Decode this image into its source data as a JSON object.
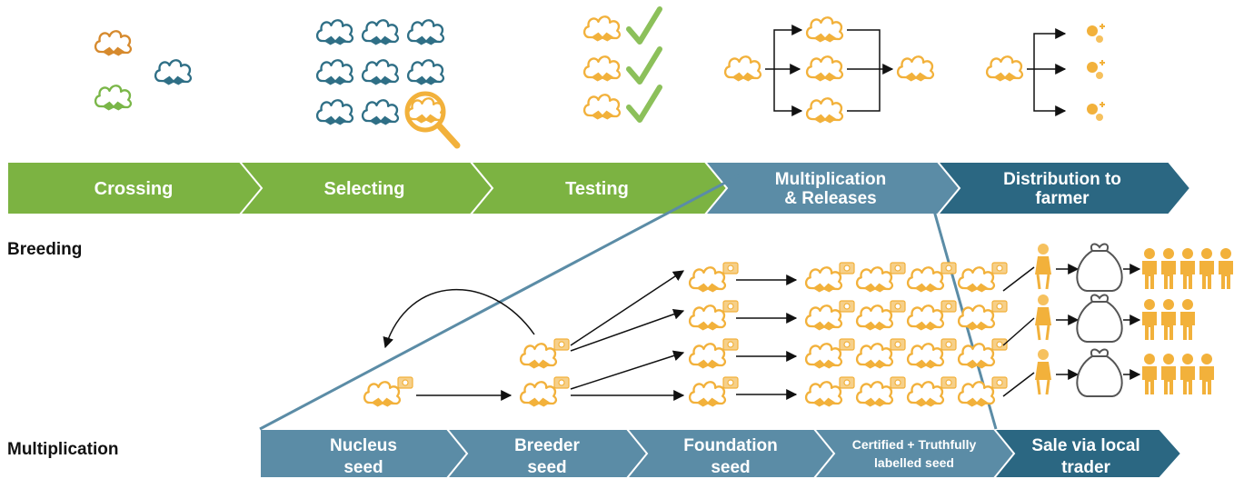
{
  "row_labels": {
    "breeding": "Breeding",
    "multiplication": "Multiplication"
  },
  "top_stages": [
    {
      "lines": [
        "Crossing"
      ]
    },
    {
      "lines": [
        "Selecting"
      ]
    },
    {
      "lines": [
        "Testing"
      ]
    },
    {
      "lines": [
        "Multiplication",
        "& Releases"
      ]
    },
    {
      "lines": [
        "Distribution to",
        "farmer"
      ]
    }
  ],
  "bottom_stages": [
    {
      "lines": [
        "Nucleus",
        "seed"
      ]
    },
    {
      "lines": [
        "Breeder",
        "seed"
      ]
    },
    {
      "lines": [
        "Foundation",
        "seed"
      ]
    },
    {
      "lines": [
        "Certified + Truthfully",
        "labelled seed"
      ]
    },
    {
      "lines": [
        "Sale via local",
        "trader"
      ]
    }
  ],
  "colors": {
    "green": "#7cb342",
    "steel_blue": "#5b8ca6",
    "dark_teal": "#2b6782",
    "cotton_orange": "#f2b13b",
    "cotton_green": "#7ab648",
    "cotton_teal": "#2f6f86",
    "cotton_brown": "#d68a2e",
    "check_green": "#8cc05a"
  },
  "icons": {
    "cotton": "cotton-boll-icon",
    "magnifier": "magnifier-icon",
    "check": "checkmark-icon",
    "seed_tag": "seed-tag-icon",
    "sack": "seed-sack-icon",
    "farmer": "farmer-person-icon",
    "trader": "trader-icon",
    "seedling": "seedling-icon"
  }
}
